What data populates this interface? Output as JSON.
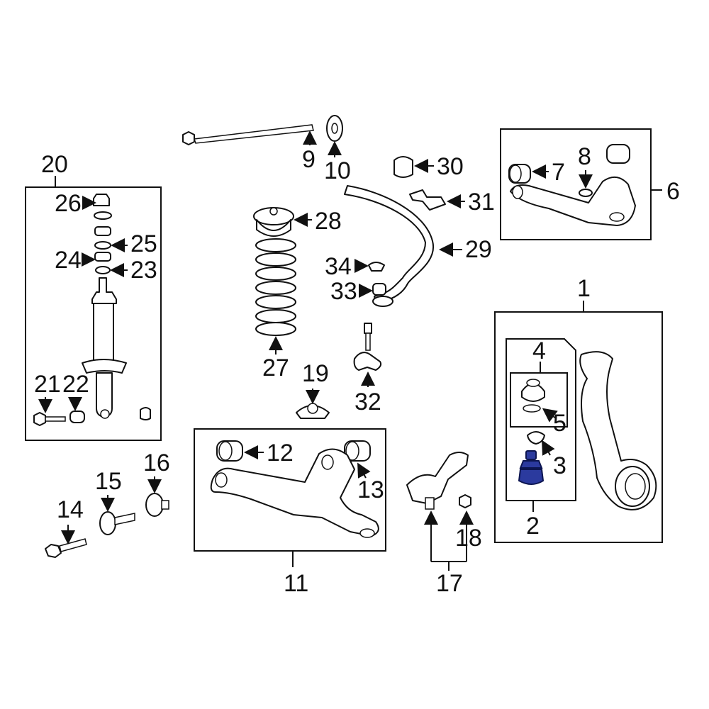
{
  "diagram": {
    "highlight_color": "#2b3a9e",
    "line_color": "#111111",
    "background": "#ffffff",
    "callouts": {
      "c1": "1",
      "c2": "2",
      "c3": "3",
      "c4": "4",
      "c5": "5",
      "c6": "6",
      "c7": "7",
      "c8": "8",
      "c9": "9",
      "c10": "10",
      "c11": "11",
      "c12": "12",
      "c13": "13",
      "c14": "14",
      "c15": "15",
      "c16": "16",
      "c17": "17",
      "c18": "18",
      "c19": "19",
      "c20": "20",
      "c21": "21",
      "c22": "22",
      "c23": "23",
      "c24": "24",
      "c25": "25",
      "c26": "26",
      "c27": "27",
      "c28": "28",
      "c29": "29",
      "c30": "30",
      "c31": "31",
      "c32": "32",
      "c33": "33",
      "c34": "34"
    },
    "highlighted_part": "3"
  }
}
